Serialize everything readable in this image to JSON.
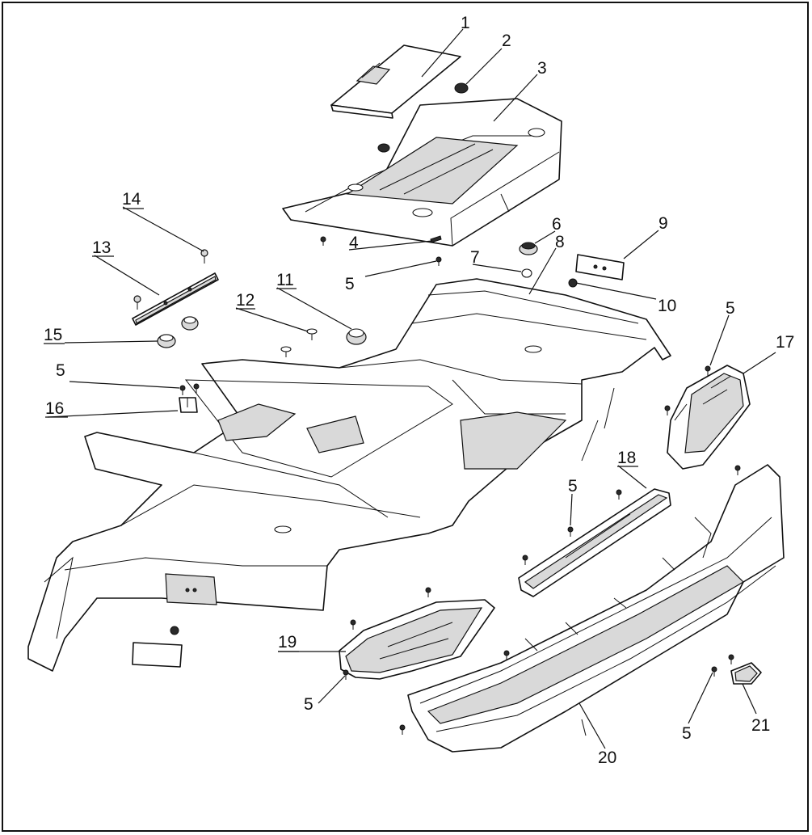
{
  "diagram": {
    "callouts": [
      {
        "id": "c1",
        "label": "1"
      },
      {
        "id": "c2",
        "label": "2"
      },
      {
        "id": "c3",
        "label": "3"
      },
      {
        "id": "c4",
        "label": "4"
      },
      {
        "id": "c5a",
        "label": "5"
      },
      {
        "id": "c6",
        "label": "6"
      },
      {
        "id": "c7",
        "label": "7"
      },
      {
        "id": "c8",
        "label": "8"
      },
      {
        "id": "c9",
        "label": "9"
      },
      {
        "id": "c10",
        "label": "10"
      },
      {
        "id": "c11",
        "label": "11"
      },
      {
        "id": "c12",
        "label": "12"
      },
      {
        "id": "c13",
        "label": "13"
      },
      {
        "id": "c14",
        "label": "14"
      },
      {
        "id": "c15",
        "label": "15"
      },
      {
        "id": "c5b",
        "label": "5"
      },
      {
        "id": "c16",
        "label": "16"
      },
      {
        "id": "c5c",
        "label": "5"
      },
      {
        "id": "c17",
        "label": "17"
      },
      {
        "id": "c18",
        "label": "18"
      },
      {
        "id": "c5d",
        "label": "5"
      },
      {
        "id": "c19",
        "label": "19"
      },
      {
        "id": "c5e",
        "label": "5"
      },
      {
        "id": "c20",
        "label": "20"
      },
      {
        "id": "c5f",
        "label": "5"
      },
      {
        "id": "c21",
        "label": "21"
      }
    ]
  }
}
